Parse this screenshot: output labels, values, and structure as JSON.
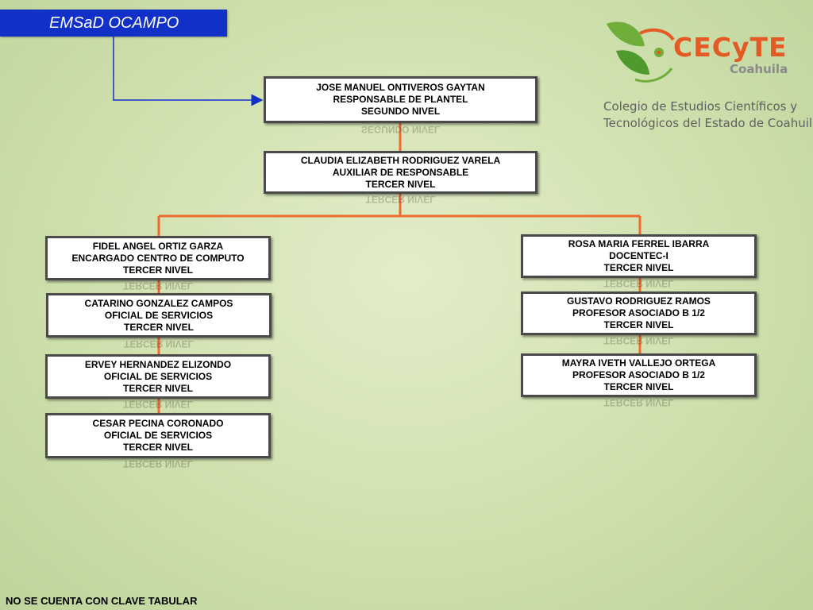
{
  "header": {
    "title": "EMSaD OCAMPO"
  },
  "logo": {
    "wordmark": "CECyTE",
    "state": "Coahuila",
    "tagline_line1": "Colegio de Estudios Científicos y",
    "tagline_line2": "Tecnológicos del Estado de Coahuila",
    "colors": {
      "green": "#6fae3a",
      "orange": "#e45a24",
      "gray": "#8a8a8a"
    }
  },
  "colors": {
    "title_bar": "#1130c8",
    "connector": "#f06b2e",
    "arrow": "#1130c8"
  },
  "nodes": {
    "head": {
      "name": "JOSE MANUEL ONTIVEROS GAYTAN",
      "role": "RESPONSABLE DE PLANTEL",
      "level": "SEGUNDO NIVEL"
    },
    "assistant": {
      "name": "CLAUDIA ELIZABETH RODRIGUEZ VARELA",
      "role": "AUXILIAR DE RESPONSABLE",
      "level": "TERCER NIVEL"
    },
    "left1": {
      "name": "FIDEL ANGEL ORTIZ GARZA",
      "role": "ENCARGADO CENTRO DE COMPUTO",
      "level": "TERCER NIVEL"
    },
    "left2": {
      "name": "CATARINO GONZALEZ CAMPOS",
      "role": "OFICIAL DE SERVICIOS",
      "level": "TERCER NIVEL"
    },
    "left3": {
      "name": "ERVEY HERNANDEZ ELIZONDO",
      "role": "OFICIAL DE SERVICIOS",
      "level": "TERCER NIVEL"
    },
    "left4": {
      "name": "CESAR PECINA CORONADO",
      "role": "OFICIAL DE SERVICIOS",
      "level": "TERCER NIVEL"
    },
    "right1": {
      "name": "ROSA MARIA FERREL IBARRA",
      "role": "DOCENTEC-I",
      "level": "TERCER NIVEL"
    },
    "right2": {
      "name": "GUSTAVO RODRIGUEZ RAMOS",
      "role": "PROFESOR ASOCIADO B 1/2",
      "level": "TERCER NIVEL"
    },
    "right3": {
      "name": "MAYRA IVETH VALLEJO ORTEGA",
      "role": "PROFESOR ASOCIADO B 1/2",
      "level": "TERCER NIVEL"
    }
  },
  "footer": {
    "note": "NO SE CUENTA CON CLAVE TABULAR"
  }
}
